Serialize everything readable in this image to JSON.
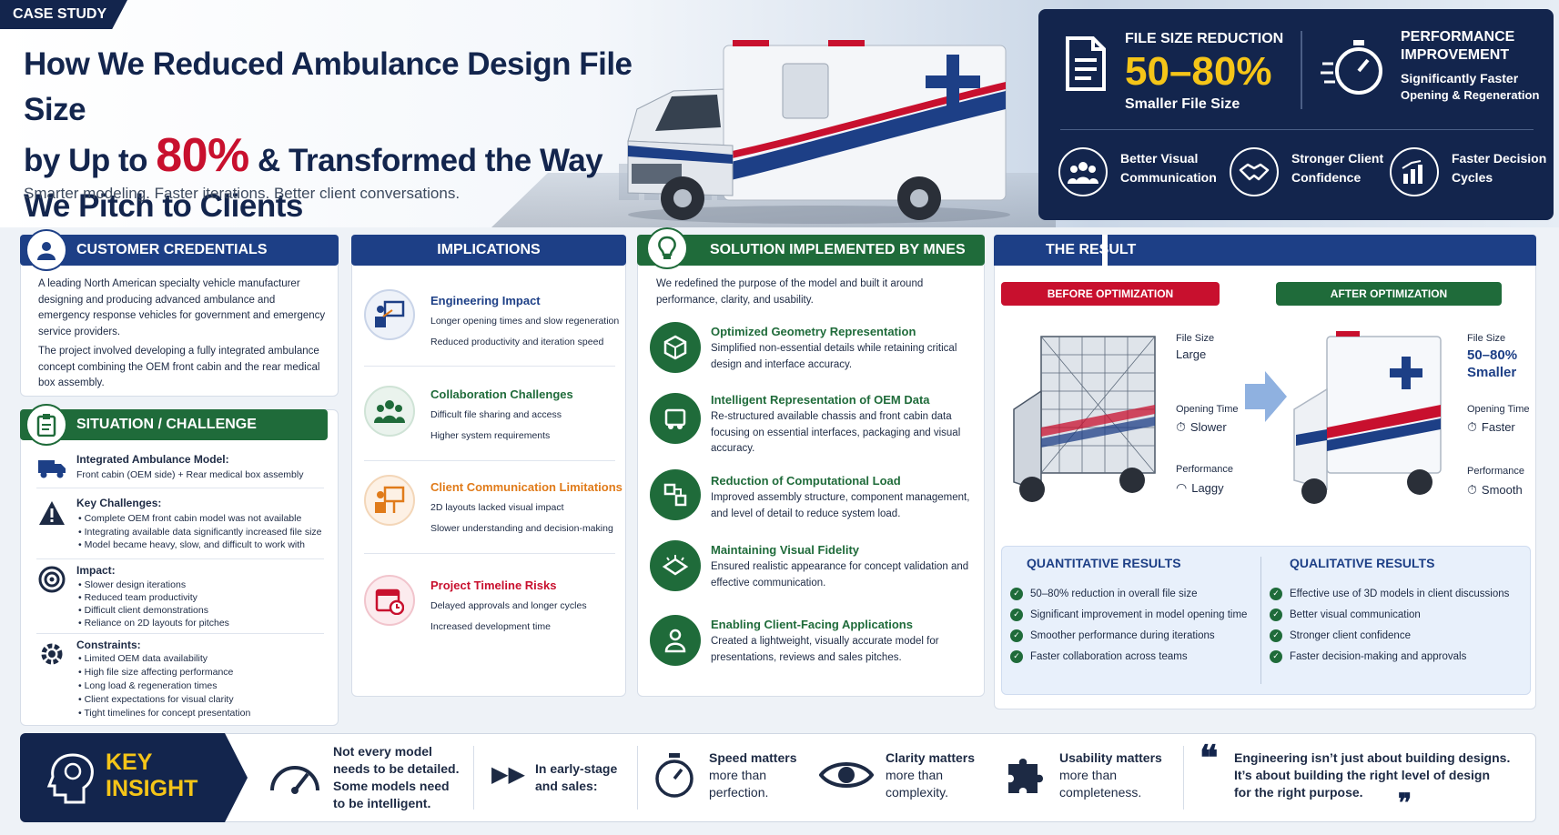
{
  "header": {
    "tag": "CASE STUDY",
    "title_line1": "How We Reduced Ambulance Design File Size",
    "title_line2_pre": "by Up to ",
    "title_highlight": "80%",
    "title_line2_post": " & Transformed the Way",
    "title_line3": "We Pitch to Clients",
    "subtitle": "Smarter modeling. Faster iterations. Better client conversations."
  },
  "stats": {
    "file_title": "FILE SIZE REDUCTION",
    "file_value": "50–80%",
    "file_label": "Smaller File Size",
    "perf_title_1": "PERFORMANCE",
    "perf_title_2": "IMPROVEMENT",
    "perf_sub_1": "Significantly Faster",
    "perf_sub_2": "Opening & Regeneration",
    "benefits": [
      {
        "l1": "Better Visual",
        "l2": "Communication",
        "icon": "people-icon"
      },
      {
        "l1": "Stronger Client",
        "l2": "Confidence",
        "icon": "handshake-icon"
      },
      {
        "l1": "Faster Decision",
        "l2": "Cycles",
        "icon": "growth-chart-icon"
      }
    ]
  },
  "credentials": {
    "heading": "CUSTOMER CREDENTIALS",
    "p1": "A leading North American specialty vehicle manufacturer designing and producing advanced ambulance and emergency response vehicles for government and emergency service providers.",
    "p2": "The project involved developing a fully integrated ambulance concept combining the OEM front cabin and the rear medical box assembly."
  },
  "situation": {
    "heading": "SITUATION / CHALLENGE",
    "model_title": "Integrated Ambulance Model:",
    "model_desc": "Front cabin (OEM side) + Rear medical box assembly",
    "challenges_title": "Key Challenges:",
    "challenges": [
      "Complete OEM front cabin model was not available",
      "Integrating available data significantly increased file size",
      "Model became heavy, slow, and difficult to work with"
    ],
    "impact_title": "Impact:",
    "impact": [
      "Slower design iterations",
      "Reduced team productivity",
      "Difficult client demonstrations",
      "Reliance on 2D layouts for pitches"
    ],
    "constraints_title": "Constraints:",
    "constraints": [
      "Limited OEM data availability",
      "High file size affecting performance",
      "Long load & regeneration times",
      "Client expectations for visual clarity",
      "Tight timelines for concept presentation"
    ]
  },
  "implications": {
    "heading": "IMPLICATIONS",
    "items": [
      {
        "title": "Engineering Impact",
        "l1": "Longer opening times and slow regeneration",
        "l2": "Reduced productivity and iteration speed",
        "color": "#1d3f86"
      },
      {
        "title": "Collaboration Challenges",
        "l1": "Difficult file sharing and access",
        "l2": "Higher system requirements",
        "color": "#1d3f86"
      },
      {
        "title": "Client Communication Limitations",
        "l1": "2D layouts lacked visual impact",
        "l2": "Slower understanding and decision-making",
        "color": "#e07b1a"
      },
      {
        "title": "Project Timeline Risks",
        "l1": "Delayed approvals and longer cycles",
        "l2": "Increased development time",
        "color": "#c8102e"
      }
    ]
  },
  "solution": {
    "heading": "SOLUTION IMPLEMENTED BY MNES",
    "intro": "We redefined the purpose of the model and built it around performance, clarity, and usability.",
    "items": [
      {
        "title": "Optimized Geometry Representation",
        "desc": "Simplified non-essential details while retaining critical design and interface accuracy."
      },
      {
        "title": "Intelligent Representation of OEM Data",
        "desc": "Re-structured available chassis and front cabin data focusing on essential interfaces, packaging and visual accuracy."
      },
      {
        "title": "Reduction of Computational Load",
        "desc": "Improved assembly structure, component management, and level of detail to reduce system load."
      },
      {
        "title": "Maintaining Visual Fidelity",
        "desc": "Ensured realistic appearance for concept validation and effective communication."
      },
      {
        "title": "Enabling Client-Facing Applications",
        "desc": "Created a lightweight, visually accurate model for presentations, reviews and sales pitches."
      }
    ]
  },
  "result": {
    "heading": "THE RESULT",
    "before_label": "BEFORE OPTIMIZATION",
    "after_label": "AFTER OPTIMIZATION",
    "before": {
      "fs_label": "File Size",
      "fs_value": "Large",
      "ot_label": "Opening Time",
      "ot_value": "Slower",
      "pf_label": "Performance",
      "pf_value": "Laggy"
    },
    "after": {
      "fs_label": "File Size",
      "fs_value_1": "50–80%",
      "fs_value_2": "Smaller",
      "ot_label": "Opening Time",
      "ot_value": "Faster",
      "pf_label": "Performance",
      "pf_value": "Smooth"
    },
    "quant_heading": "QUANTITATIVE RESULTS",
    "quant": [
      "50–80% reduction in overall file size",
      "Significant improvement in model opening time",
      "Smoother performance during iterations",
      "Faster collaboration across teams"
    ],
    "qual_heading": "QUALITATIVE RESULTS",
    "qual": [
      "Effective use of 3D models in client discussions",
      "Better visual communication",
      "Stronger client confidence",
      "Faster decision-making and approvals"
    ]
  },
  "insight": {
    "label_1": "KEY",
    "label_2": "INSIGHT",
    "p1_l1": "Not every model",
    "p1_l2": "needs to be detailed.",
    "p1_l3": "Some models need",
    "p1_l4": "to be intelligent.",
    "p2_l1": "In early-stage",
    "p2_l2": "and sales:",
    "p3_l1": "Speed matters",
    "p3_l2": "more than",
    "p3_l3": "perfection.",
    "p4_l1": "Clarity matters",
    "p4_l2": "more than",
    "p4_l3": "complexity.",
    "p5_l1": "Usability matters",
    "p5_l2": "more than",
    "p5_l3": "completeness.",
    "quote_l1": "Engineering isn’t just about building designs.",
    "quote_l2": "It’s about building the right level of design",
    "quote_l3": "for the right purpose."
  }
}
